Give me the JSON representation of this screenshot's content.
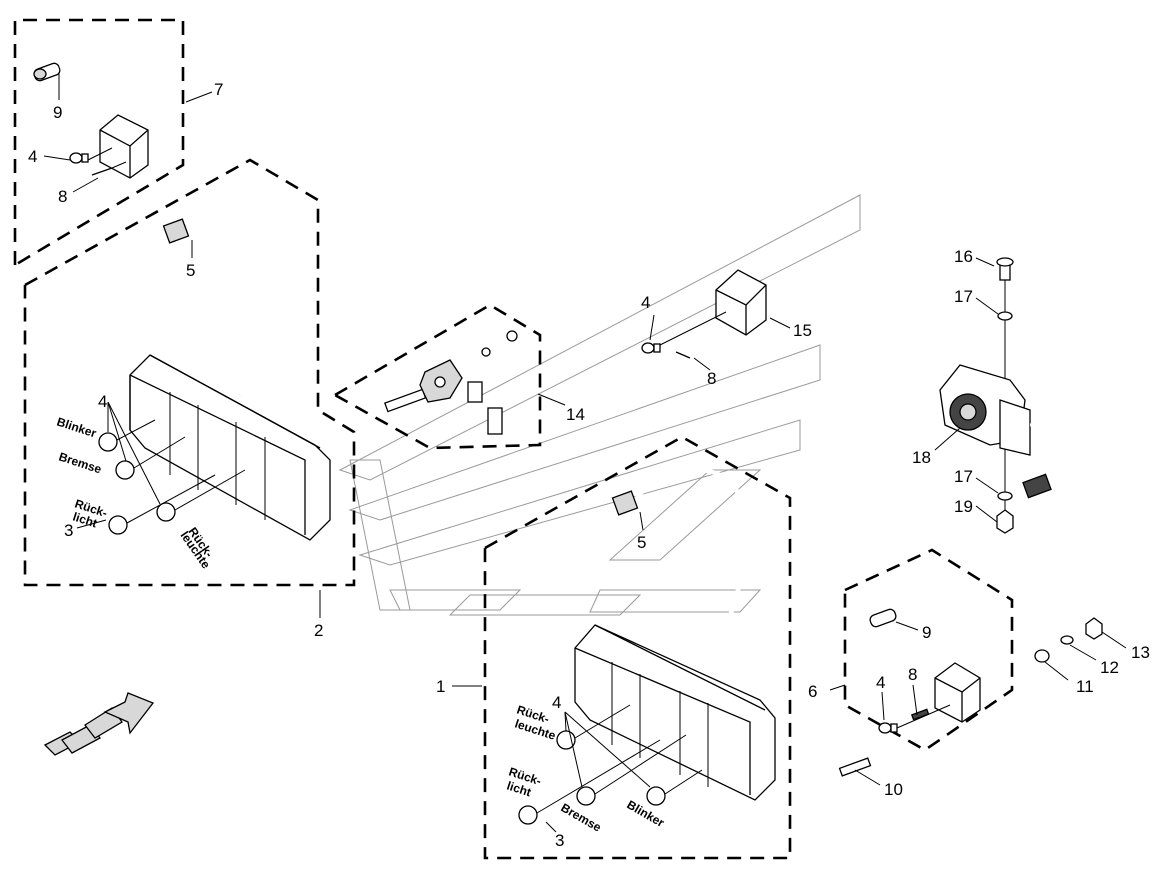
{
  "parts": {
    "p1": "1",
    "p2": "2",
    "p3": "3",
    "p4": "4",
    "p5": "5",
    "p6": "6",
    "p7": "7",
    "p8": "8",
    "p9": "9",
    "p10": "10",
    "p11": "11",
    "p12": "12",
    "p13": "13",
    "p14": "14",
    "p15": "15",
    "p16": "16",
    "p17": "17",
    "p18": "18",
    "p19": "19"
  },
  "lamp_labels": {
    "blinker": "Blinker",
    "bremse": "Bremse",
    "rueck": "Rück-",
    "licht": "licht",
    "leuchte_1": "Rück-",
    "leuchte_2": "leuchte",
    "leuchte_alt_1": "Rück-",
    "leuchte_alt_2": "leuchte"
  }
}
